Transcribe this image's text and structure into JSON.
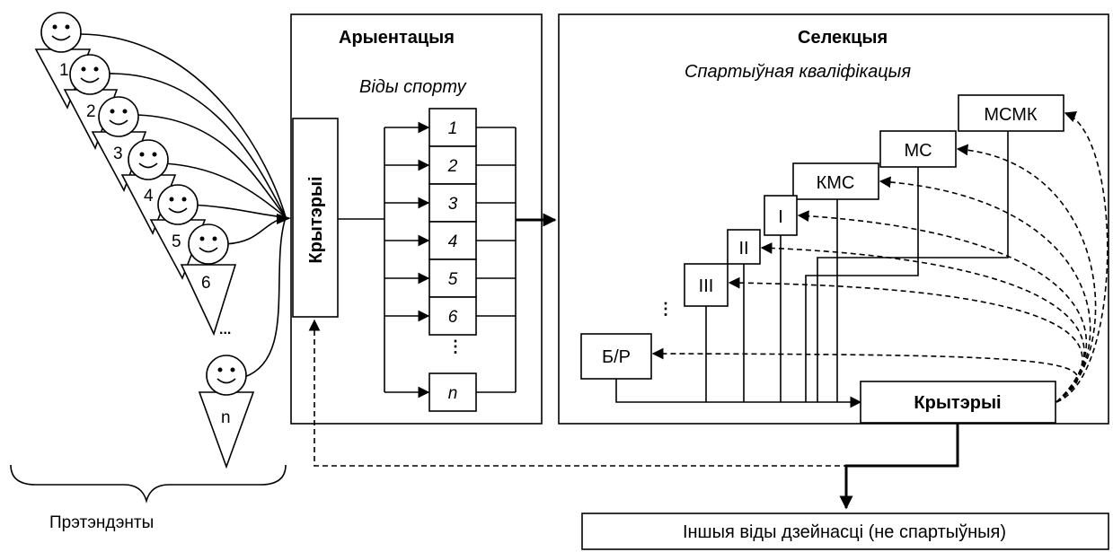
{
  "candidates": {
    "label": "Прэтэндэнты",
    "numbers": [
      "1",
      "2",
      "3",
      "4",
      "5",
      "6",
      "n"
    ],
    "ellipsis": "..."
  },
  "orientation": {
    "title": "Арыентацыя",
    "subtitle": "Віды спорту",
    "criteria": "Крытэрыі",
    "sports": [
      "1",
      "2",
      "3",
      "4",
      "5",
      "6",
      "n"
    ],
    "ellipsis": "⋮"
  },
  "selection": {
    "title": "Селекцыя",
    "subtitle": "Спартыўная кваліфікацыя",
    "criteria": "Крытэрыі",
    "ranks": [
      "МСМК",
      "МС",
      "КМС",
      "I",
      "II",
      "III",
      "Б/Р"
    ],
    "ellipsis": "⋮"
  },
  "other_activities": "Іншыя віды дзейнасці (не спартыўныя)"
}
